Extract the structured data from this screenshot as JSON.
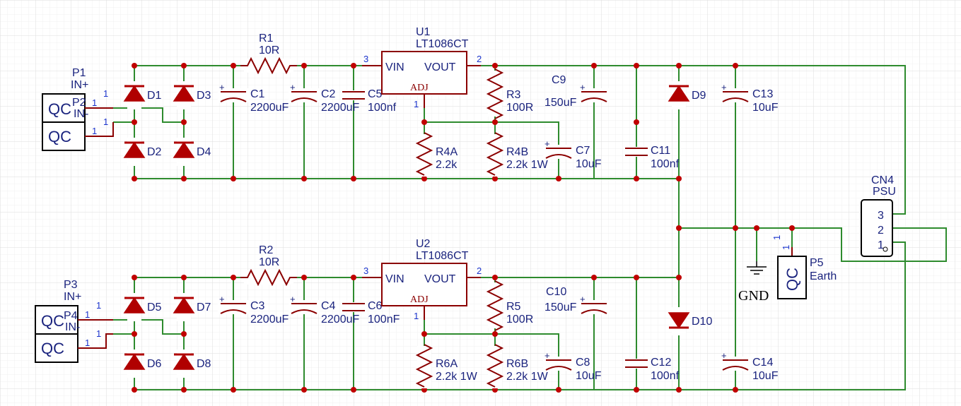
{
  "labels": {
    "P1": {
      "ref": "P1",
      "net": "IN+",
      "pin": "1"
    },
    "P2": {
      "ref": "P2",
      "net": "IN-",
      "pin": "1"
    },
    "P3": {
      "ref": "P3",
      "net": "IN+",
      "pin": "1"
    },
    "P4": {
      "ref": "P4",
      "net": "IN-",
      "pin": "1"
    },
    "P5": {
      "ref": "P5",
      "net": "Earth",
      "pin": "1"
    },
    "QC1": "QC",
    "QC2": "QC",
    "QC3": "QC",
    "QC4": "QC",
    "QC5": "QC",
    "D1": "D1",
    "D2": "D2",
    "D3": "D3",
    "D4": "D4",
    "D5": "D5",
    "D6": "D6",
    "D7": "D7",
    "D8": "D8",
    "D9": "D9",
    "D10": "D10",
    "R1": {
      "ref": "R1",
      "val": "10R"
    },
    "R2": {
      "ref": "R2",
      "val": "10R"
    },
    "R3": {
      "ref": "R3",
      "val": "100R"
    },
    "R4A": {
      "ref": "R4A",
      "val": "2.2k"
    },
    "R4B": {
      "ref": "R4B",
      "val": "2.2k 1W"
    },
    "R5": {
      "ref": "R5",
      "val": "100R"
    },
    "R6A": {
      "ref": "R6A",
      "val": "2.2k 1W"
    },
    "R6B": {
      "ref": "R6B",
      "val": "2.2k 1W"
    },
    "C1": {
      "ref": "C1",
      "val": "2200uF"
    },
    "C2": {
      "ref": "C2",
      "val": "2200uF"
    },
    "C3": {
      "ref": "C3",
      "val": "2200uF"
    },
    "C4": {
      "ref": "C4",
      "val": "2200uF"
    },
    "C5": {
      "ref": "C5",
      "val": "100nf"
    },
    "C6": {
      "ref": "C6",
      "val": "100nF"
    },
    "C7": {
      "ref": "C7",
      "val": "10uF"
    },
    "C8": {
      "ref": "C8",
      "val": "10uF"
    },
    "C9": {
      "ref": "C9",
      "val": "150uF"
    },
    "C10": {
      "ref": "C10",
      "val": "150uF"
    },
    "C11": {
      "ref": "C11",
      "val": "100nf"
    },
    "C12": {
      "ref": "C12",
      "val": "100nf"
    },
    "C13": {
      "ref": "C13",
      "val": "10uF"
    },
    "C14": {
      "ref": "C14",
      "val": "10uF"
    },
    "U1": {
      "ref": "U1",
      "val": "LT1086CT",
      "vin": "VIN",
      "vout": "VOUT",
      "adj": "ADJ",
      "pin_vin": "3",
      "pin_vout": "2",
      "pin_adj": "1"
    },
    "U2": {
      "ref": "U2",
      "val": "LT1086CT",
      "vin": "VIN",
      "vout": "VOUT",
      "adj": "ADJ",
      "pin_vin": "3",
      "pin_vout": "2",
      "pin_adj": "1"
    },
    "CN4": {
      "ref": "CN4",
      "val": "PSU",
      "pin3": "3",
      "pin2": "2",
      "pin1": "1"
    },
    "GND": "GND"
  }
}
